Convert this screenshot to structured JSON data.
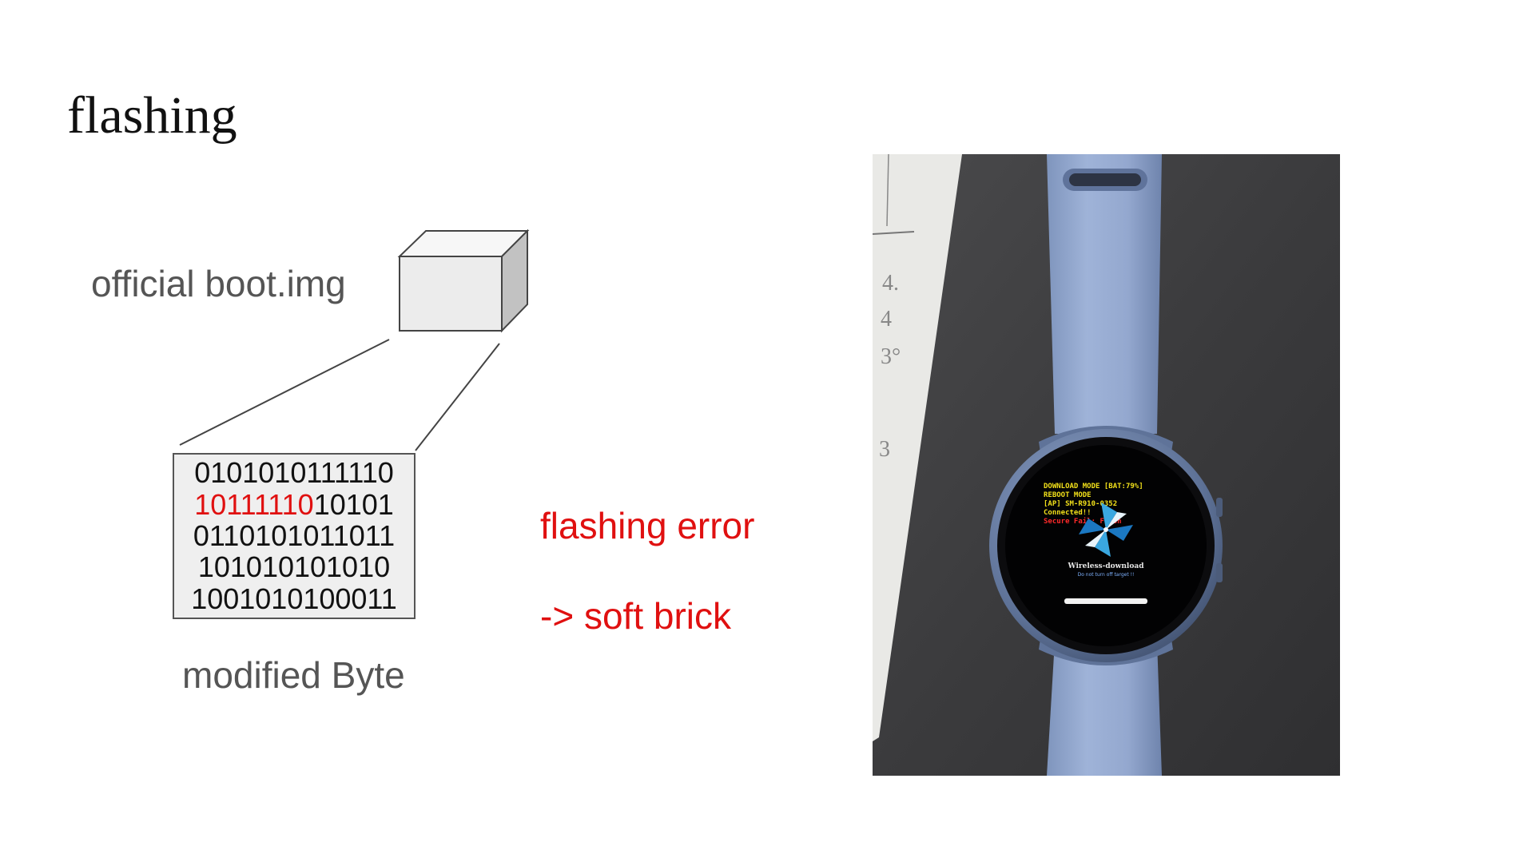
{
  "slide": {
    "title": "flashing"
  },
  "diagram": {
    "source_label": "official boot.img",
    "bytes_label": "modified Byte",
    "byte_rows": [
      {
        "highlight": "",
        "rest": "0101010111110"
      },
      {
        "highlight": "10111110",
        "rest": "10101"
      },
      {
        "highlight": "",
        "rest": "0110101011011"
      },
      {
        "highlight": "",
        "rest": "101010101010"
      },
      {
        "highlight": "",
        "rest": "1001010100011"
      }
    ],
    "highlight_color": "#e01010"
  },
  "result": {
    "line1": "flashing error",
    "line2": "-> soft brick",
    "color": "#e01010"
  },
  "photo": {
    "subject": "smartwatch-in-download-mode",
    "screen_lines": [
      "DOWNLOAD MODE [BAT:79%]",
      "REBOOT MODE",
      "[AP] SM-R910-0352",
      "Connected!!",
      "Secure Fail: Flash"
    ],
    "screen_footer": "Wireless-download",
    "screen_subfooter": "Do not turn off target !!",
    "paper_marks": [
      "4.",
      "4",
      "3°",
      "3"
    ]
  }
}
